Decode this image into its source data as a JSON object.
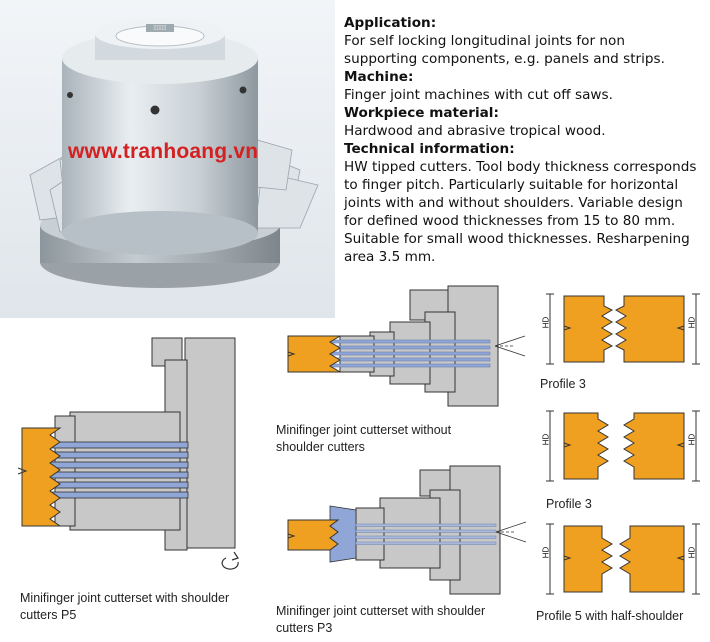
{
  "watermark": "www.tranhoang.vn",
  "photo": {
    "label_plate": "▯▯▯▯"
  },
  "text": {
    "application_heading": "Application:",
    "application_lines": [
      "For self locking longitudinal joints for non",
      "supporting components, e.g. panels and strips."
    ],
    "machine_heading": "Machine:",
    "machine_lines": [
      "Finger joint machines with cut off saws."
    ],
    "workpiece_heading": "Workpiece material:",
    "workpiece_lines": [
      "Hardwood and abrasive tropical wood."
    ],
    "technical_heading": "Technical information:",
    "technical_lines": [
      "HW tipped cutters. Tool body thickness corresponds",
      "to finger pitch. Particularly suitable for horizontal",
      "joints with and without shoulders. Variable design",
      "for defined wood thicknesses from 15 to 80 mm.",
      "Suitable for small wood thicknesses. Resharpening",
      "area 3.5 mm."
    ]
  },
  "captions": {
    "p5_line1": "Minifinger joint cutterset with shoulder",
    "p5_line2": "cutters P5",
    "without_line1": "Minifinger joint cutterset without",
    "without_line2": "shoulder cutters",
    "p3_line1": "Minifinger joint cutterset with shoulder",
    "p3_line2": "cutters P3"
  },
  "profiles": {
    "profile_a": "Profile 3",
    "profile_b": "Profile 3",
    "profile_c": "Profile 5 with half-shoulder",
    "hd": "HD"
  },
  "colors": {
    "wood": "#f0a020",
    "steel": "#c8c8c8",
    "blade": "#8fa6d6",
    "outline": "#333333"
  }
}
